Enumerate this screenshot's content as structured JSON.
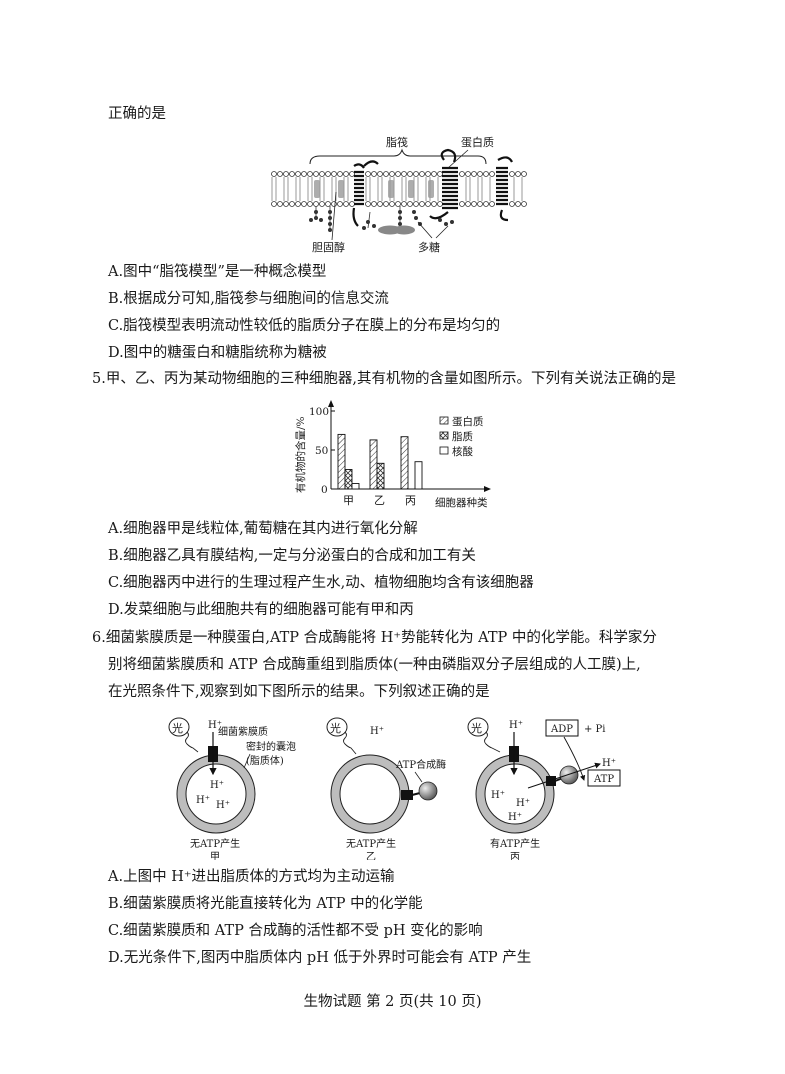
{
  "q4": {
    "stem_tail": "正确的是",
    "figure": {
      "labels": {
        "raft": "脂筏",
        "protein": "蛋白质",
        "cholesterol": "胆固醇",
        "polysaccharide": "多糖"
      }
    },
    "options": [
      "A.图中“脂筏模型”是一种概念模型",
      "B.根据成分可知,脂筏参与细胞间的信息交流",
      "C.脂筏模型表明流动性较低的脂质分子在膜上的分布是均匀的",
      "D.图中的糖蛋白和糖脂统称为糖被"
    ]
  },
  "q5": {
    "stem": "5.甲、乙、丙为某动物细胞的三种细胞器,其有机物的含量如图所示。下列有关说法正确的是",
    "options": [
      "A.细胞器甲是线粒体,葡萄糖在其内进行氧化分解",
      "B.细胞器乙具有膜结构,一定与分泌蛋白的合成和加工有关",
      "C.细胞器丙中进行的生理过程产生水,动、植物细胞均含有该细胞器",
      "D.发菜细胞与此细胞共有的细胞器可能有甲和丙"
    ]
  },
  "chart_data": {
    "type": "bar",
    "title": "",
    "categories": [
      "甲",
      "乙",
      "丙"
    ],
    "series": [
      {
        "name": "蛋白质",
        "pattern": "diagonal-hatch",
        "values": [
          70,
          63,
          67
        ]
      },
      {
        "name": "脂质",
        "pattern": "cross-hatch",
        "values": [
          25,
          33,
          0
        ]
      },
      {
        "name": "核酸",
        "pattern": "blank",
        "values": [
          7,
          0,
          35
        ]
      }
    ],
    "xlabel": "细胞器种类",
    "ylabel": "有机物的含量/%",
    "yticks": [
      0,
      50,
      100
    ],
    "ylim": [
      0,
      100
    ],
    "grid": false,
    "legend_position": "upper-right"
  },
  "q6": {
    "stem_lines": [
      "6.细菌紫膜质是一种膜蛋白,ATP 合成酶能将 H⁺势能转化为 ATP 中的化学能。科学家分",
      "别将细菌紫膜质和 ATP 合成酶重组到脂质体(一种由磷脂双分子层组成的人工膜)上,",
      "在光照条件下,观察到如下图所示的结果。下列叙述正确的是"
    ],
    "figure": {
      "panels": [
        {
          "id": "甲",
          "result": "无ATP产生",
          "light": "光",
          "labels": [
            "细菌紫膜质",
            "密封的囊泡",
            "(脂质体)"
          ],
          "ions": [
            "H⁺",
            "H⁺",
            "H⁺",
            "H⁺"
          ]
        },
        {
          "id": "乙",
          "result": "无ATP产生",
          "light": "光",
          "labels": [
            "ATP合成酶"
          ],
          "ions": [
            "H⁺"
          ]
        },
        {
          "id": "丙",
          "result": "有ATP产生",
          "light": "光",
          "labels": [
            "ADP",
            "+ Pi",
            "ATP"
          ],
          "ions": [
            "H⁺",
            "H⁺",
            "H⁺",
            "H⁺",
            "H⁺"
          ]
        }
      ]
    },
    "options": [
      "A.上图中 H⁺进出脂质体的方式均为主动运输",
      "B.细菌紫膜质将光能直接转化为 ATP 中的化学能",
      "C.细菌紫膜质和 ATP 合成酶的活性都不受 pH 变化的影响",
      "D.无光条件下,图丙中脂质体内 pH 低于外界时可能会有 ATP 产生"
    ]
  },
  "footer": "生物试题  第 2 页(共 10 页)"
}
